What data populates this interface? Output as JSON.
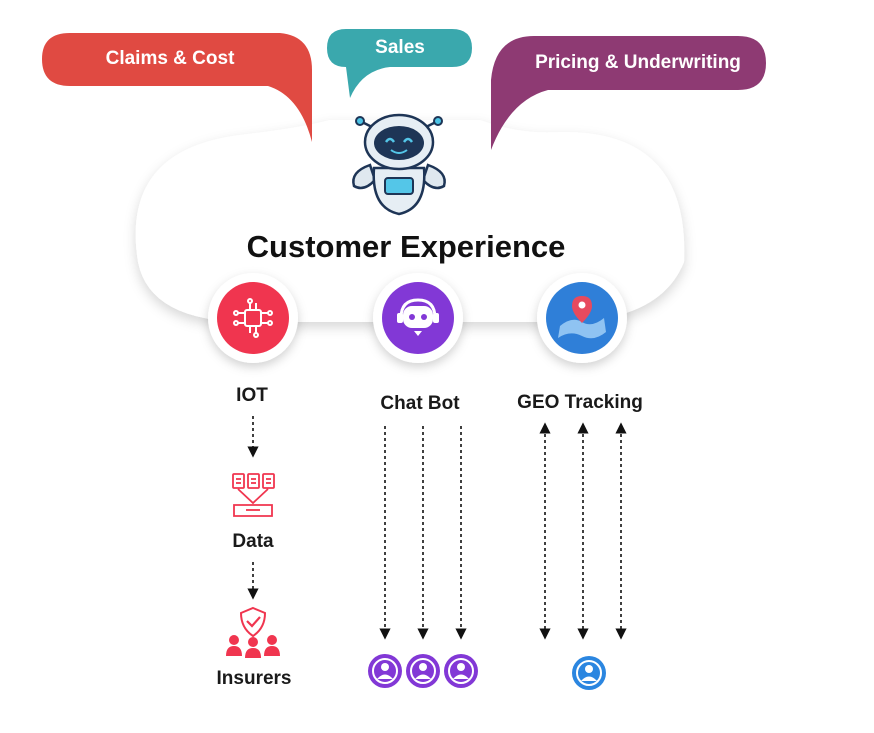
{
  "bubbles": {
    "claims": "Claims & Cost",
    "sales": "Sales",
    "pricing": "Pricing & Underwriting"
  },
  "title": "Customer Experience",
  "channels": {
    "iot": "IOT",
    "chatbot": "Chat Bot",
    "geo": "GEO Tracking"
  },
  "flow": {
    "data": "Data",
    "insurers": "Insurers"
  },
  "colors": {
    "claims": "#e04a42",
    "sales": "#3aa8ad",
    "pricing": "#8e3a73",
    "iot": "#f0354f",
    "chatbot": "#8238d6",
    "geo": "#2f7fd8",
    "user_geo": "#2b86e0"
  },
  "icons": {
    "robot": "robot-mascot-icon",
    "iot": "circuit-chip-icon",
    "chatbot": "headset-bot-icon",
    "geo": "map-pin-icon",
    "data": "documents-to-tray-icon",
    "insurers": "shield-team-icon",
    "user": "user-avatar-icon"
  }
}
